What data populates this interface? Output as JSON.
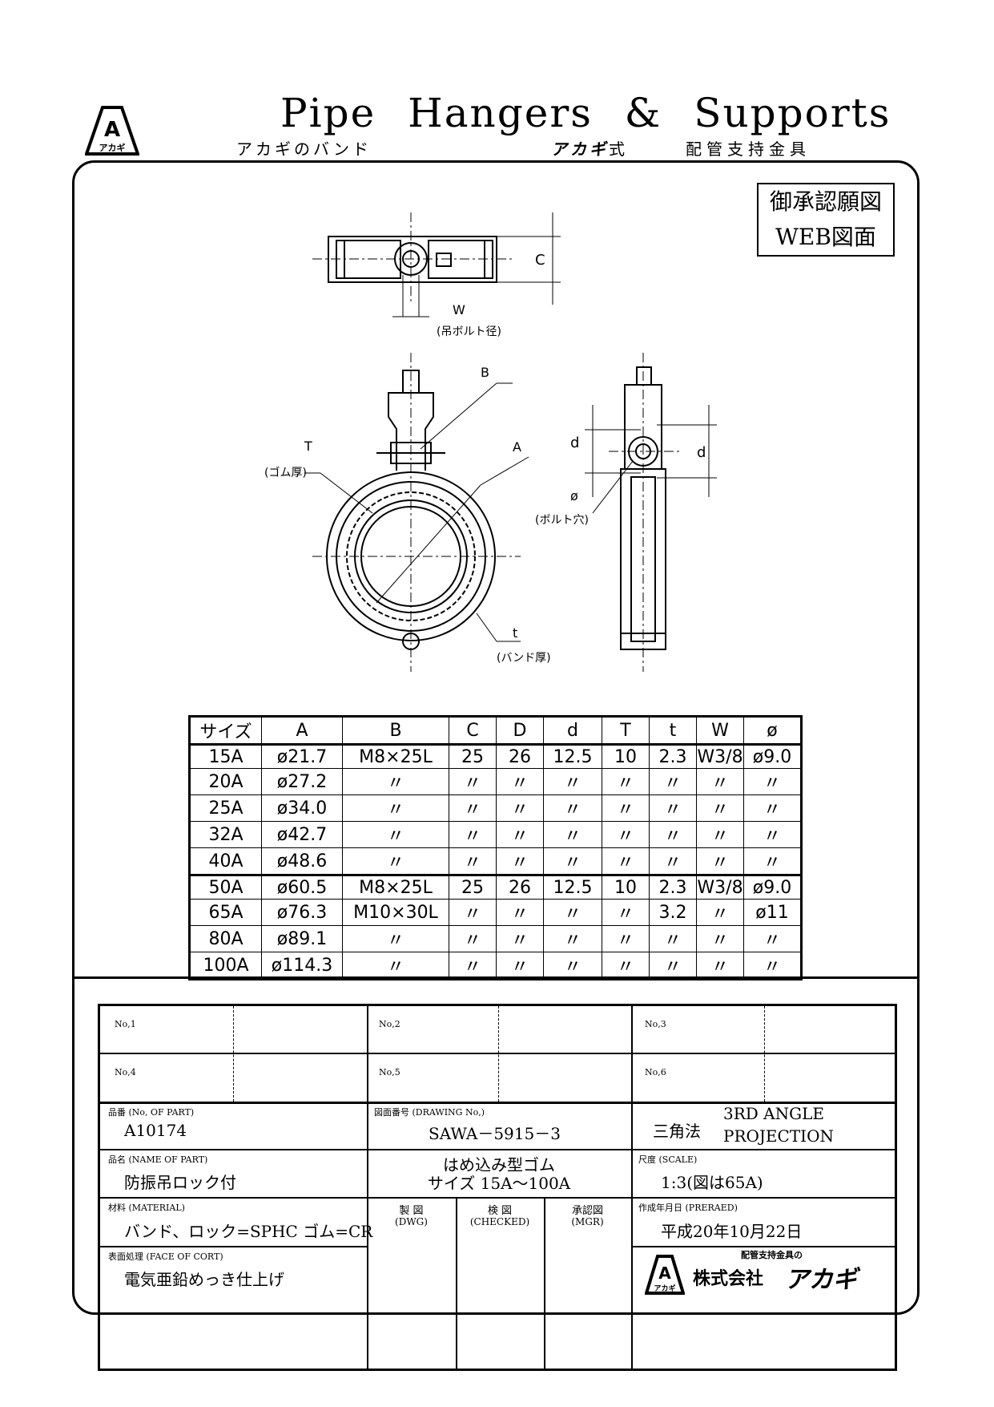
{
  "header": {
    "title": "Pipe Hangers & Supports",
    "sub_left": "アカギのバンド",
    "sub_mid_brand": "アカギ",
    "sub_mid": "式",
    "sub_right": "配管支持金具",
    "logo_letter": "A",
    "logo_text": "アカギ"
  },
  "stamp": {
    "line1": "御承認願図",
    "line2": "WEB図面"
  },
  "drawing": {
    "label_c": "C",
    "label_w": "W",
    "label_w_note": "(吊ボルト径)",
    "label_b": "B",
    "label_a": "A",
    "label_t_upper": "T",
    "label_t_upper_note": "(ゴム厚)",
    "label_t_lower": "t",
    "label_t_lower_note": "(バンド厚)",
    "label_d_left": "d",
    "label_d_right": "d",
    "label_phi": "ø",
    "label_phi_note": "(ボルト穴)"
  },
  "table": {
    "headers": [
      "サイズ",
      "A",
      "B",
      "C",
      "D",
      "d",
      "T",
      "t",
      "W",
      "ø"
    ],
    "rows": [
      [
        "15A",
        "ø21.7",
        "M8×25L",
        "25",
        "26",
        "12.5",
        "10",
        "2.3",
        "W3/8",
        "ø9.0"
      ],
      [
        "20A",
        "ø27.2",
        "〃",
        "〃",
        "〃",
        "〃",
        "〃",
        "〃",
        "〃",
        "〃"
      ],
      [
        "25A",
        "ø34.0",
        "〃",
        "〃",
        "〃",
        "〃",
        "〃",
        "〃",
        "〃",
        "〃"
      ],
      [
        "32A",
        "ø42.7",
        "〃",
        "〃",
        "〃",
        "〃",
        "〃",
        "〃",
        "〃",
        "〃"
      ],
      [
        "40A",
        "ø48.6",
        "〃",
        "〃",
        "〃",
        "〃",
        "〃",
        "〃",
        "〃",
        "〃"
      ],
      [
        "50A",
        "ø60.5",
        "M8×25L",
        "25",
        "26",
        "12.5",
        "10",
        "2.3",
        "W3/8",
        "ø9.0"
      ],
      [
        "65A",
        "ø76.3",
        "M10×30L",
        "〃",
        "〃",
        "〃",
        "〃",
        "3.2",
        "〃",
        "ø11"
      ],
      [
        "80A",
        "ø89.1",
        "〃",
        "〃",
        "〃",
        "〃",
        "〃",
        "〃",
        "〃",
        "〃"
      ],
      [
        "100A",
        "ø114.3",
        "〃",
        "〃",
        "〃",
        "〃",
        "〃",
        "〃",
        "〃",
        "〃"
      ]
    ]
  },
  "title_block": {
    "nos": [
      "No,1",
      "No,2",
      "No,3",
      "No,4",
      "No,5",
      "No,6"
    ],
    "part_no_label": "品番 (No, OF PART)",
    "part_no": "A10174",
    "drawing_no_label": "図面番号 (DRAWING No,)",
    "drawing_no": "SAWA－5915－3",
    "projection_jp": "三角法",
    "projection_en_1": "3RD ANGLE",
    "projection_en_2": "PROJECTION",
    "part_name_label": "品名 (NAME OF PART)",
    "part_name": "防振吊ロック付",
    "desc_line1": "はめ込み型ゴム",
    "desc_line2": "サイズ 15A～100A",
    "scale_label": "尺度 (SCALE)",
    "scale": "1:3(図は65A)",
    "material_label": "材料 (MATERIAL)",
    "material": "バンド、ロック=SPHC ゴム=CR",
    "dwg_jp": "製 図",
    "dwg_en": "(DWG)",
    "checked_jp": "検 図",
    "checked_en": "(CHECKED)",
    "mgr_jp": "承認図",
    "mgr_en": "(MGR)",
    "date_label": "作成年月日 (PRERAED)",
    "date": "平成20年10月22日",
    "finish_label": "表面処理 (FACE OF CORT)",
    "finish": "電気亜鉛めっき仕上げ",
    "company_tag": "配管支持金具の",
    "company": "株式会社",
    "company_brand": "アカギ",
    "company_logo_letter": "A",
    "company_logo_text": "アカギ"
  }
}
